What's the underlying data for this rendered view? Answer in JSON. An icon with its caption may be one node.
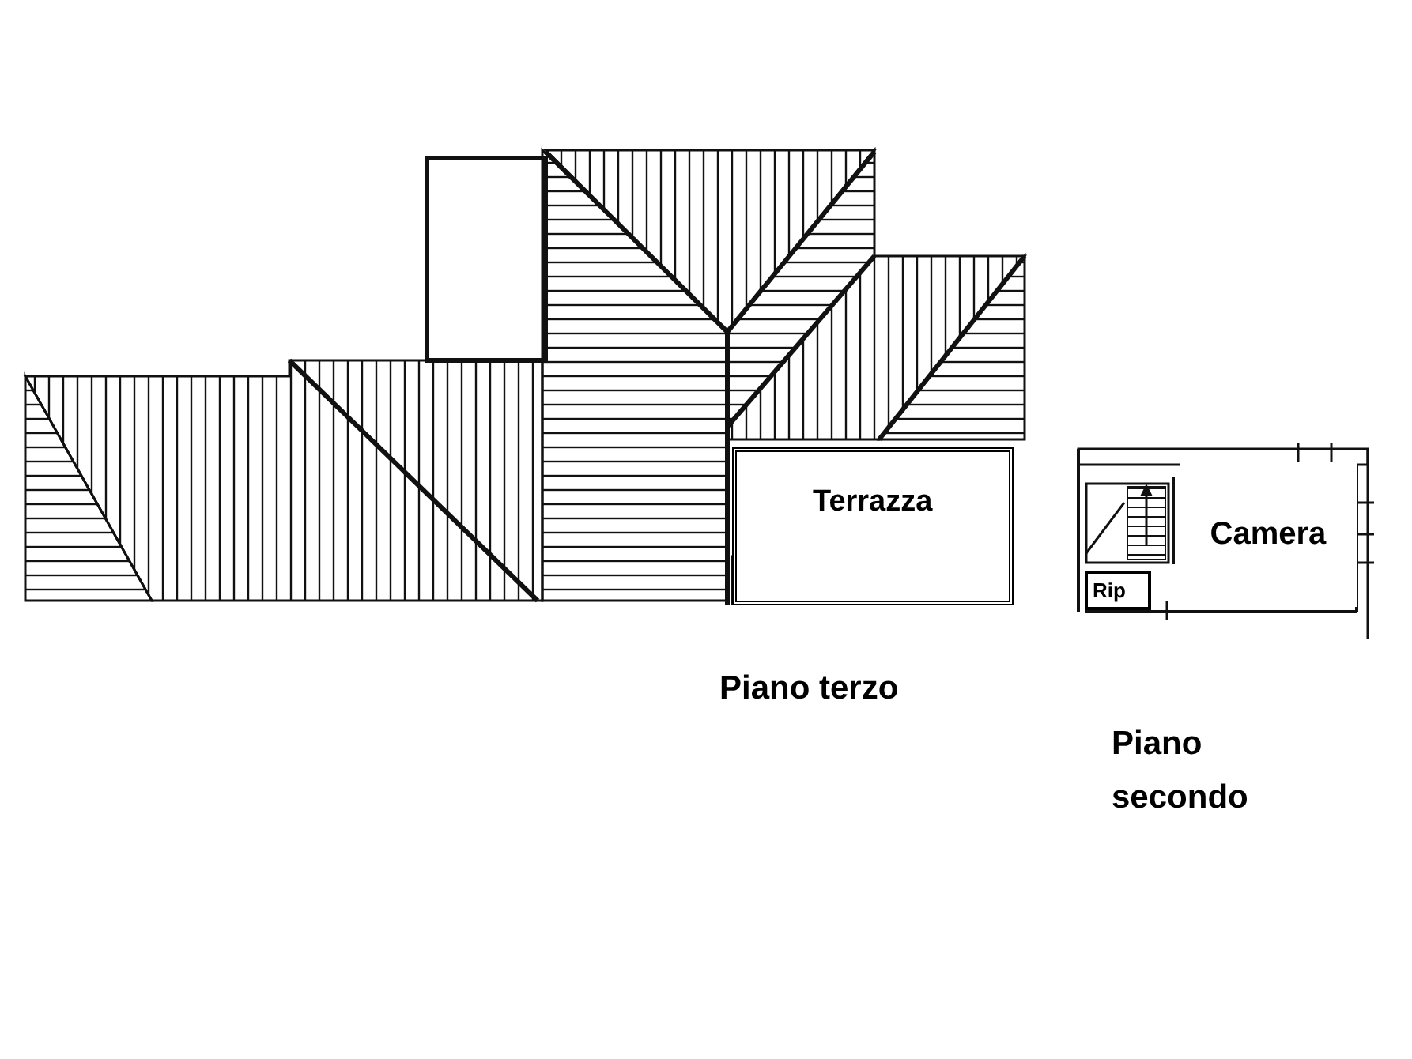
{
  "diagram": {
    "nodes": [
      {
        "text": [
          "Terrazza"
        ]
      },
      {
        "text": [
          "Camera"
        ]
      },
      {
        "text": [
          "Rip"
        ]
      }
    ],
    "labels": [
      "Piano terzo",
      "Piano secondo"
    ]
  }
}
